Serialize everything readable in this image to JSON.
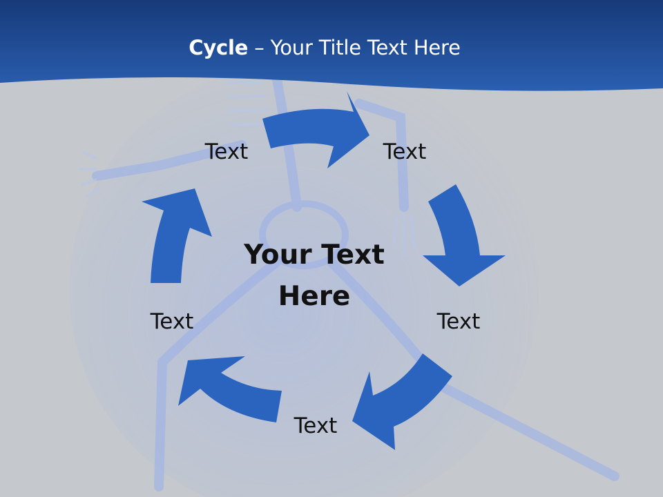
{
  "title": {
    "bold": "Cycle",
    "rest": " – Your Title Text Here"
  },
  "center": {
    "line1": "Your Text",
    "line2": "Here"
  },
  "labels": [
    "Text",
    "Text",
    "Text",
    "Text",
    "Text"
  ],
  "colors": {
    "header": "#1f4f9a",
    "arrow": "#2a64be",
    "background": "#c5c8cc",
    "skeleton": "#8fa8e8"
  }
}
